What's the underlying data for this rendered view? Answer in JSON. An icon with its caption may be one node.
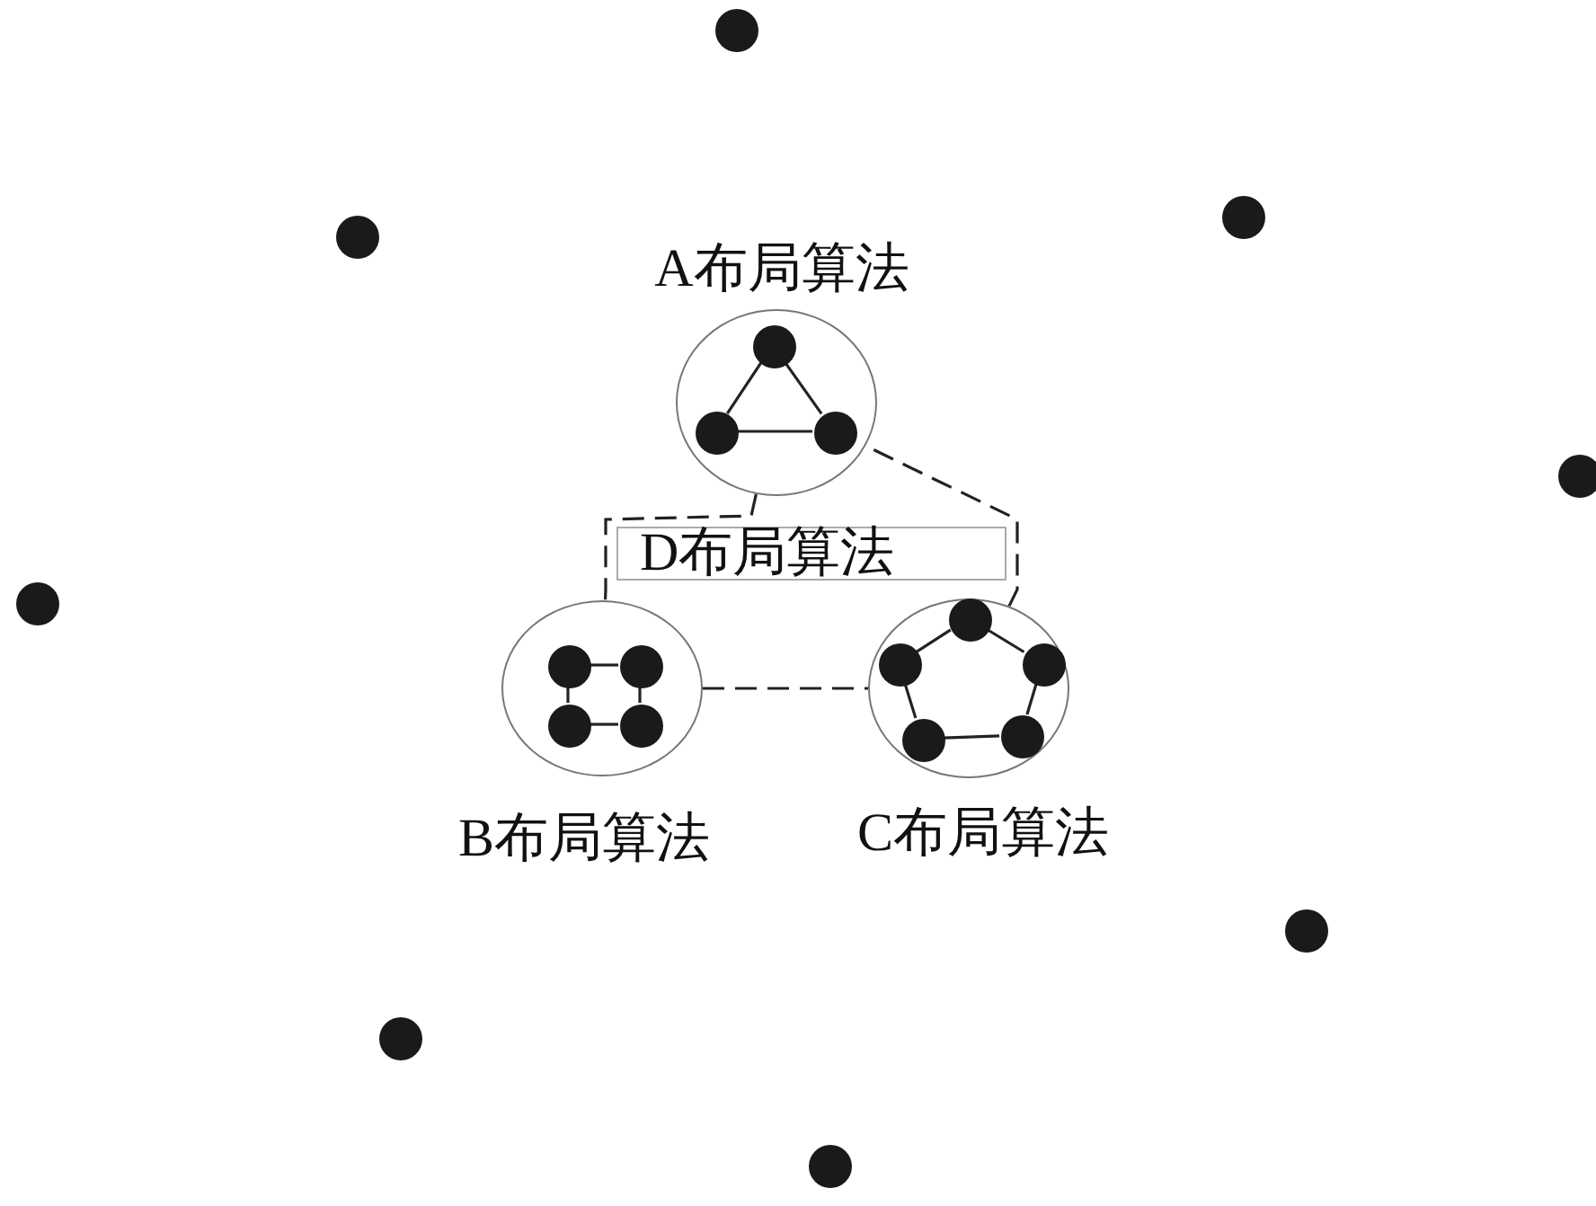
{
  "diagram": {
    "nodes": [
      {
        "text": [],
        "shape": "circle"
      },
      {
        "text": [],
        "shape": "circle"
      },
      {
        "text": [],
        "shape": "circle"
      },
      {
        "text": [
          "A布局算法"
        ]
      },
      {
        "text": [],
        "shape": "circle",
        "in": 3
      },
      {
        "text": [],
        "shape": "circle",
        "in": 3
      },
      {
        "text": [],
        "shape": "circle",
        "in": 3
      },
      {
        "text": [],
        "shape": "circle"
      },
      {
        "text": [
          "D布局算法"
        ]
      },
      {
        "text": [],
        "shape": "circle"
      },
      {
        "text": [
          "B布局算法"
        ]
      },
      {
        "text": [],
        "shape": "circle",
        "in": 10
      },
      {
        "text": [],
        "shape": "circle",
        "in": 10
      },
      {
        "text": [],
        "shape": "circle",
        "in": 10
      },
      {
        "text": [],
        "shape": "circle",
        "in": 10
      },
      {
        "text": [
          "C布局算法"
        ]
      },
      {
        "text": [],
        "shape": "circle",
        "in": 15
      },
      {
        "text": [],
        "shape": "circle",
        "in": 15
      },
      {
        "text": [],
        "shape": "circle",
        "in": 15
      },
      {
        "text": [],
        "shape": "circle",
        "in": 15
      },
      {
        "text": [],
        "shape": "circle",
        "in": 15
      },
      {
        "text": [],
        "shape": "circle"
      },
      {
        "text": [],
        "shape": "circle"
      },
      {
        "text": [],
        "shape": "circle"
      }
    ],
    "edges": [
      {
        "from": 4,
        "to": 5,
        "arrow": "none"
      },
      {
        "from": 4,
        "to": 6,
        "arrow": "none"
      },
      {
        "from": 5,
        "to": 6,
        "arrow": "none"
      },
      {
        "from": 11,
        "to": 12,
        "arrow": "none"
      },
      {
        "from": 11,
        "to": 13,
        "arrow": "none"
      },
      {
        "from": 13,
        "to": 14,
        "arrow": "none"
      },
      {
        "from": 12,
        "to": 14,
        "arrow": "none"
      },
      {
        "from": 16,
        "to": 17,
        "arrow": "none"
      },
      {
        "from": 17,
        "to": 18,
        "arrow": "none"
      },
      {
        "from": 18,
        "to": 19,
        "arrow": "none"
      },
      {
        "from": 19,
        "to": 20,
        "arrow": "none"
      },
      {
        "from": 20,
        "to": 16,
        "arrow": "none"
      },
      {
        "from": 3,
        "to": 10,
        "arrow": "none",
        "style": "dashed"
      },
      {
        "from": 10,
        "to": 15,
        "arrow": "none",
        "style": "dashed"
      },
      {
        "from": 15,
        "to": 3,
        "arrow": "none",
        "style": "dashed"
      }
    ]
  }
}
